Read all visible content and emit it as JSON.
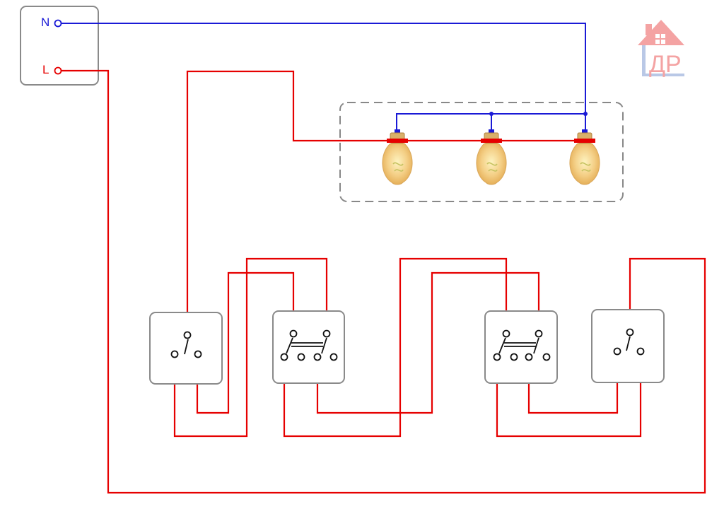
{
  "supply": {
    "neutral_label": "N",
    "line_label": "L"
  },
  "logo": {
    "text": "ДР",
    "color": "#f4a3a3",
    "accent": "#b9c8e6"
  },
  "colors": {
    "line_wire": "#e60000",
    "bridge_wire": "#b01515",
    "neutral_wire": "#1a1ad6",
    "box_border": "#8a8a8a",
    "lamp_group_border": "#888888"
  },
  "lamps": {
    "count": 3,
    "icon": "light-bulb-icon"
  },
  "switches": [
    {
      "type": "two-way",
      "icon": "two-way-switch-icon"
    },
    {
      "type": "intermediate",
      "icon": "intermediate-switch-icon"
    },
    {
      "type": "intermediate",
      "icon": "intermediate-switch-icon"
    },
    {
      "type": "two-way",
      "icon": "two-way-switch-icon"
    }
  ]
}
